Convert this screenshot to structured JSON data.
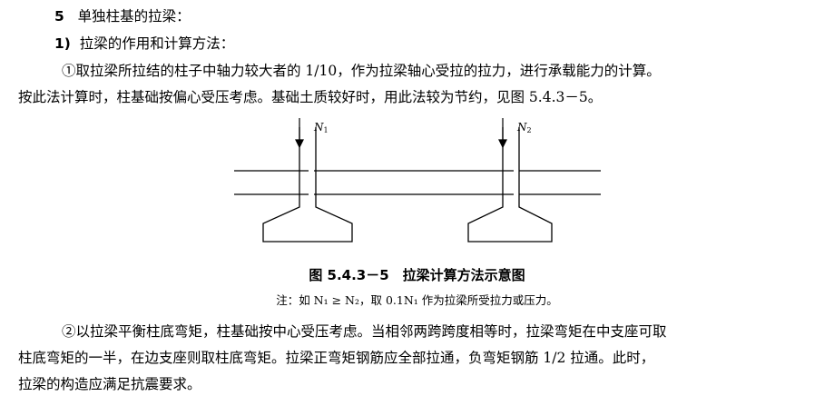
{
  "section": {
    "number": "5",
    "title": "单独柱基的拉梁："
  },
  "subsection": {
    "number": "1)",
    "title": "拉梁的作用和计算方法："
  },
  "paragraph1": {
    "line1": "①取拉梁所拉结的柱子中轴力较大者的 1/10，作为拉梁轴心受拉的拉力，进行承载能力的计算。",
    "line2": "按此法计算时，柱基础按偏心受压考虑。基础土质较好时，用此法较为节约，见图 5.4.3－5。"
  },
  "figure": {
    "label_left": "N",
    "label_left_sub": "1",
    "label_right": "N",
    "label_right_sub": "2",
    "caption": "图 5.4.3－5　拉梁计算方法示意图",
    "note": "注：如 N₁ ≥ N₂，取 0.1N₁ 作为拉梁所受拉力或压力。"
  },
  "paragraph2": {
    "line1": "②以拉梁平衡柱底弯矩，柱基础按中心受压考虑。当相邻两跨跨度相等时，拉梁弯矩在中支座可取",
    "line2": "柱底弯矩的一半，在边支座则取柱底弯矩。拉梁正弯矩钢筋应全部拉通，负弯矩钢筋 1/2 拉通。此时，",
    "line3": "拉梁的构造应满足抗震要求。"
  }
}
